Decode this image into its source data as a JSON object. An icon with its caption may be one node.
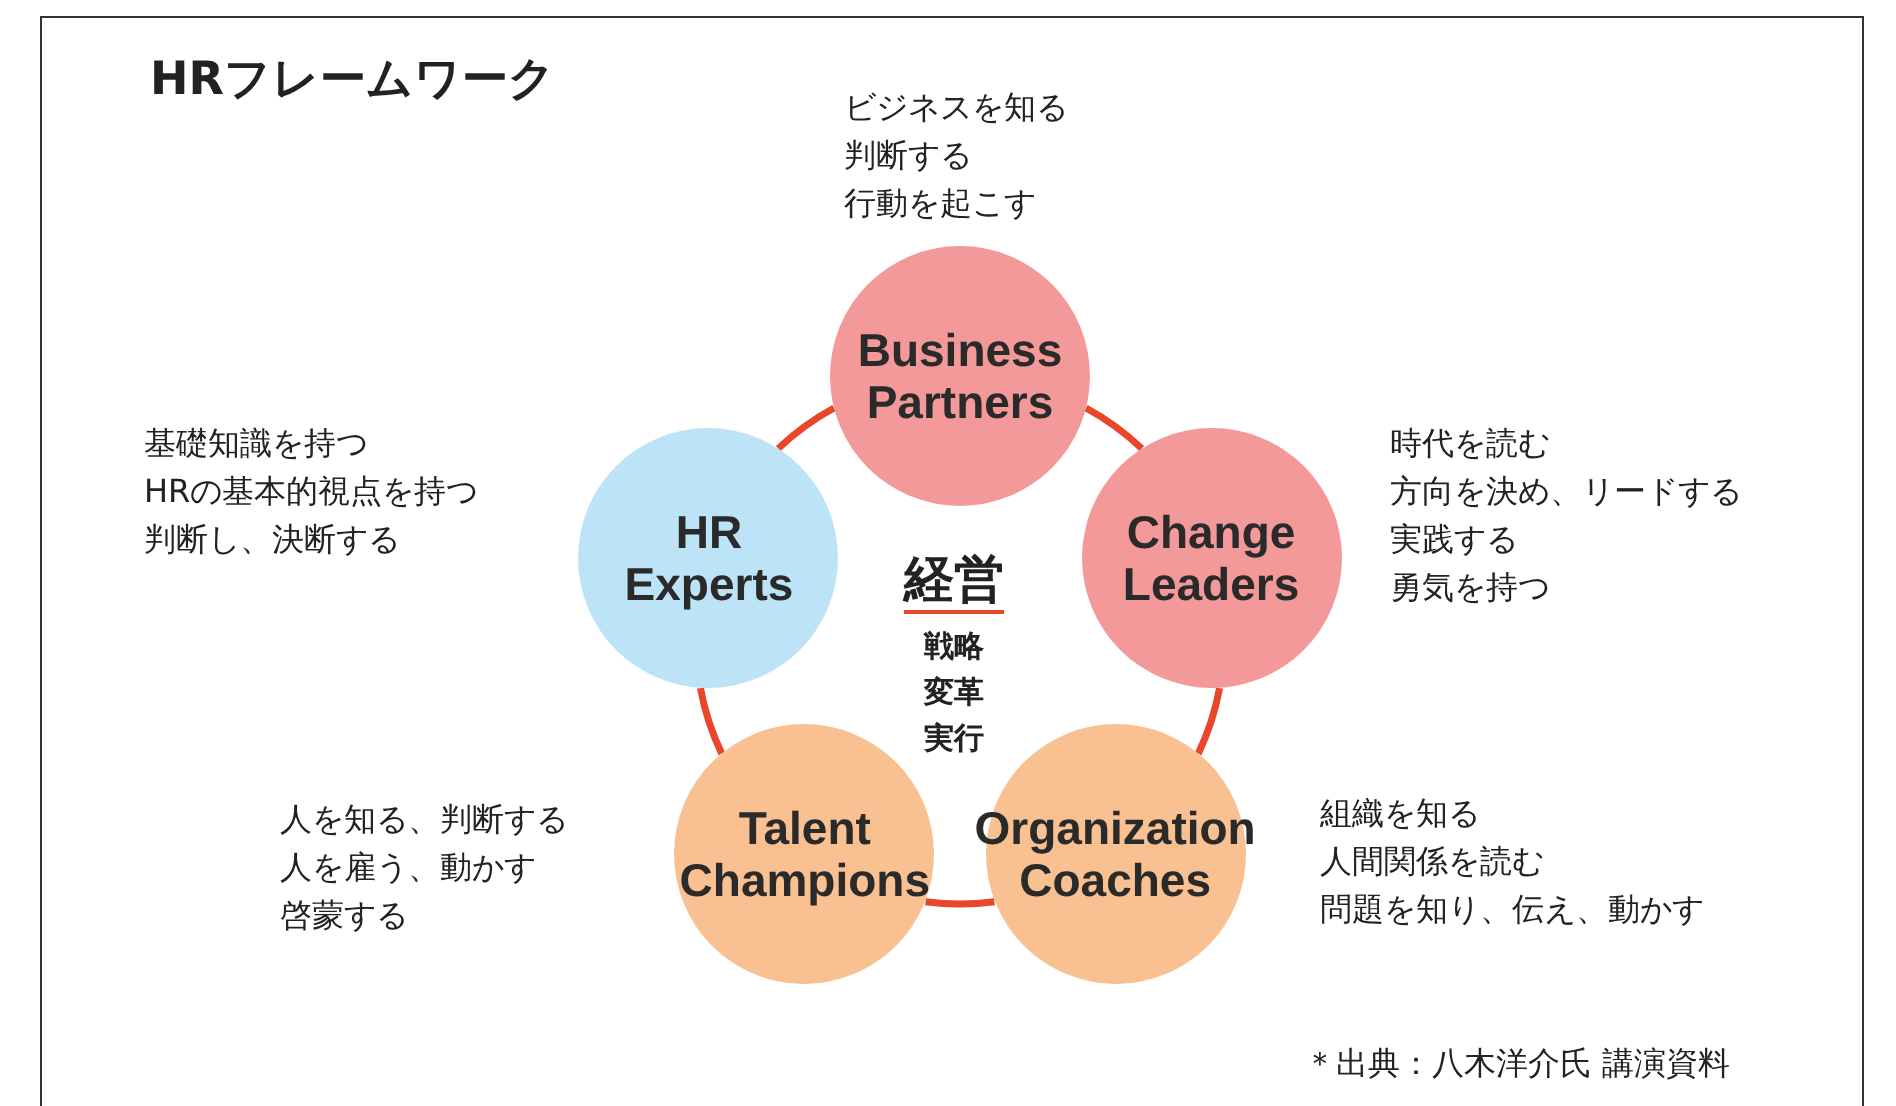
{
  "diagram": {
    "title": "HRフレームワーク",
    "nodes": [
      {
        "text": [
          "Business Partners"
        ],
        "beside": [
          "ビジネスを知る",
          "判断する",
          "行動を起こす"
        ]
      },
      {
        "text": [
          "Change Leaders"
        ],
        "beside": [
          "時代を読む",
          "方向を決め、リードする",
          "実践する",
          "勇気を持つ"
        ]
      },
      {
        "text": [
          "Organization Coaches"
        ],
        "beside": [
          "組織を知る",
          "人間関係を読む",
          "問題を知り、伝え、動かす"
        ]
      },
      {
        "text": [
          "Talent Champions"
        ],
        "beside": [
          "人を知る、判断する",
          "人を雇う、動かす",
          "啓蒙する"
        ]
      },
      {
        "text": [
          "HR Experts"
        ],
        "beside": [
          "基礎知識を持つ",
          "HRの基本的視点を持つ",
          "判断し、決断する"
        ]
      }
    ],
    "edges": [
      {
        "from": 0,
        "to": 1,
        "arrow": "none"
      },
      {
        "from": 1,
        "to": 2,
        "arrow": "none"
      },
      {
        "from": 2,
        "to": 3,
        "arrow": "none"
      },
      {
        "from": 3,
        "to": 4,
        "arrow": "none"
      },
      {
        "from": 4,
        "to": 0,
        "arrow": "none"
      }
    ],
    "labels": [
      "経営",
      "戦略",
      "変革",
      "実行",
      "＊出典：八木洋介氏 講演資料"
    ]
  }
}
